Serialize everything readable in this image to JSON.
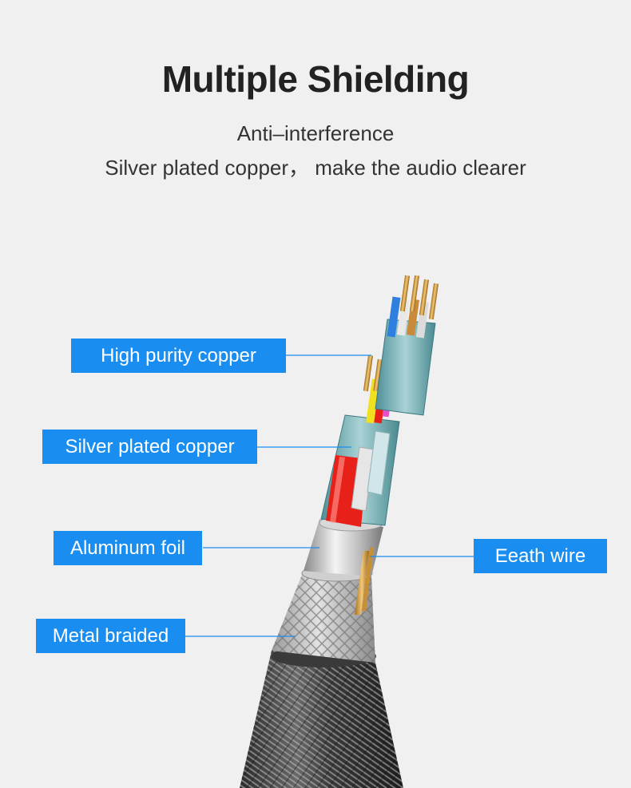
{
  "header": {
    "title": "Multiple Shielding",
    "subtitle_line1": "Anti–interference",
    "subtitle_line2": "Silver plated copper， make the audio clearer"
  },
  "labels": {
    "high_purity_copper": "High purity copper",
    "silver_plated_copper": "Silver plated copper",
    "aluminum_foil": "Aluminum foil",
    "metal_braided": "Metal braided",
    "earth_wire": "Eeath wire"
  },
  "colors": {
    "label_bg": "#1a8ef0",
    "background": "#f0f0f0",
    "red_core": "#e8201a",
    "copper": "#d9a14a"
  }
}
